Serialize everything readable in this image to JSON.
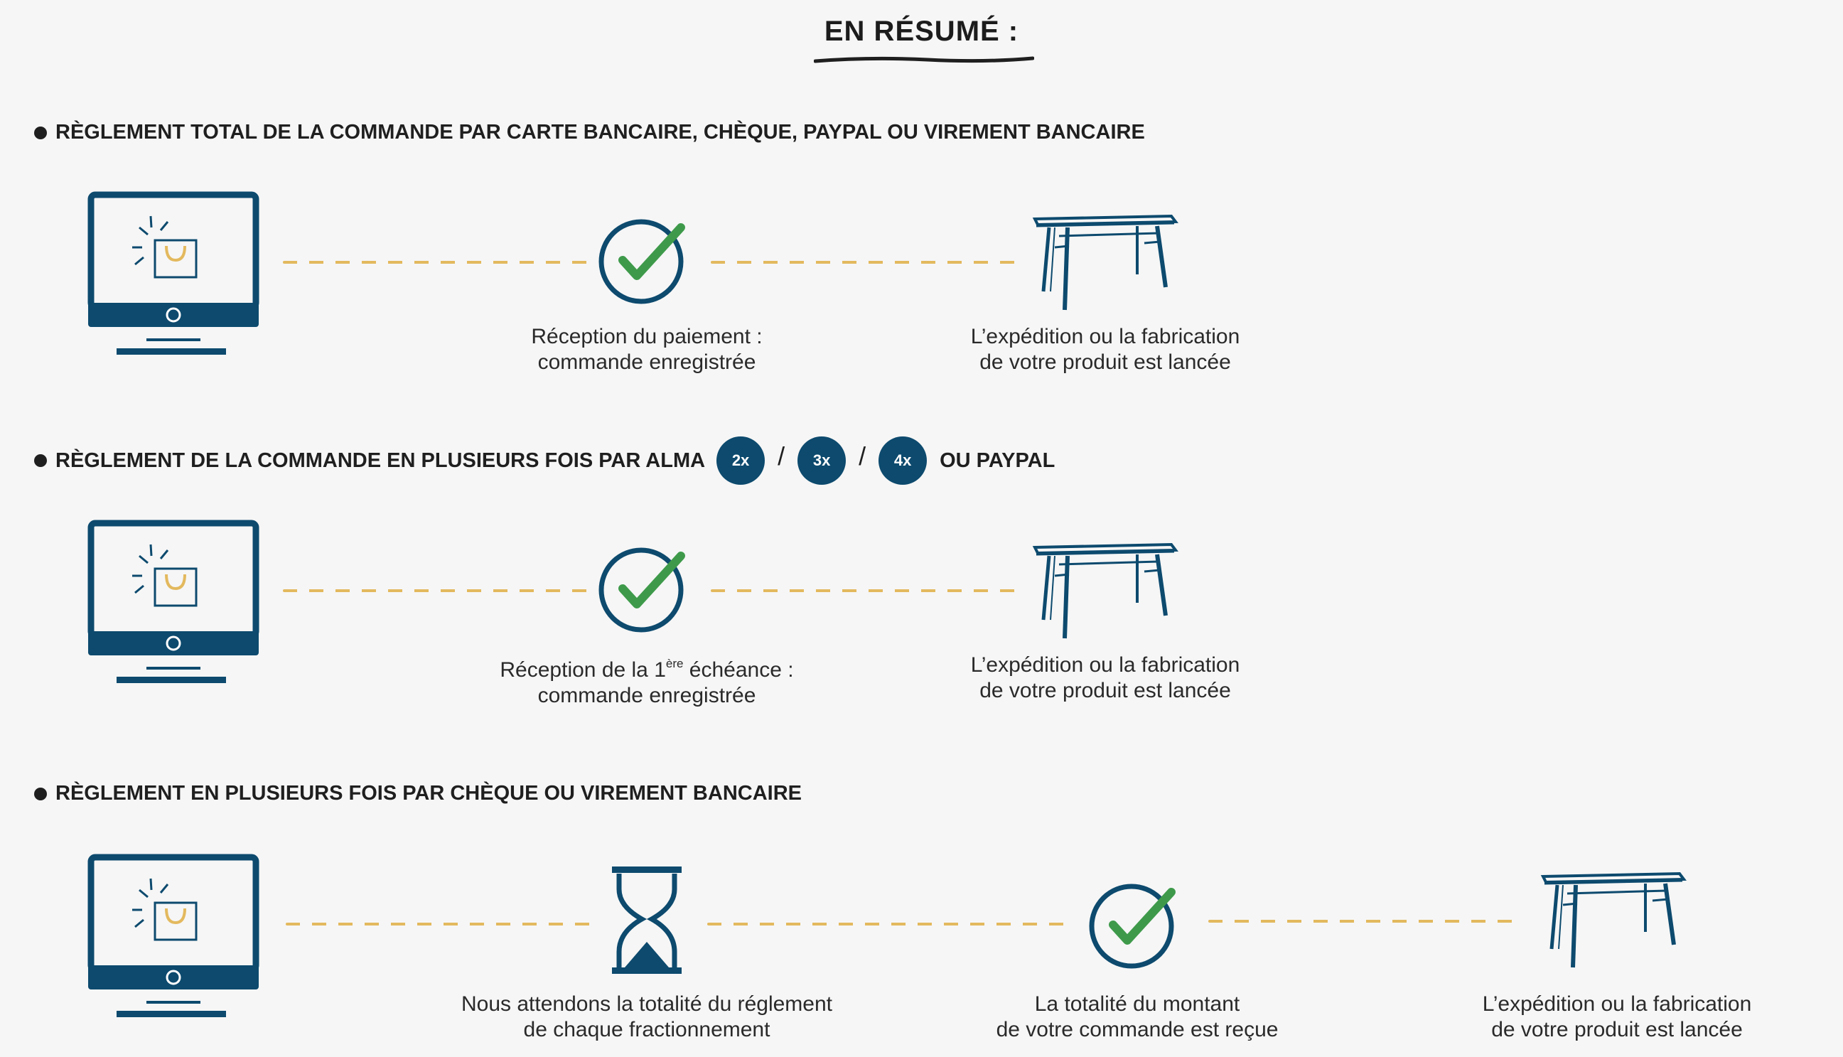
{
  "title": "EN RÉSUMÉ :",
  "colors": {
    "navy": "#0d4a6e",
    "accent_gold": "#e3b95e",
    "check_green": "#3e9a4a",
    "text": "#1f1f1f",
    "background": "#f6f6f6"
  },
  "sections": [
    {
      "heading": "RÈGLEMENT TOTAL DE LA COMMANDE PAR CARTE BANCAIRE, CHÈQUE, PAYPAL OU VIREMENT BANCAIRE",
      "steps": [
        {
          "icon": "computer-shopping-bag-icon"
        },
        {
          "icon": "checkmark-icon",
          "caption_line1": "Réception du paiement :",
          "caption_line2": "commande enregistrée"
        },
        {
          "icon": "desk-icon",
          "caption_line1": "L’expédition ou la fabrication",
          "caption_line2": "de votre produit est lancée"
        }
      ]
    },
    {
      "heading": "RÈGLEMENT DE LA COMMANDE EN PLUSIEURS FOIS PAR ALMA",
      "badges": [
        "2x",
        "3x",
        "4x"
      ],
      "separator": "/",
      "heading_suffix": "OU PAYPAL",
      "steps": [
        {
          "icon": "computer-shopping-bag-icon"
        },
        {
          "icon": "checkmark-icon",
          "caption_line1_a": "Réception de la 1",
          "caption_line1_sup": "ère",
          "caption_line1_b": " échéance :",
          "caption_line2": "commande enregistrée"
        },
        {
          "icon": "desk-icon",
          "caption_line1": "L’expédition ou la fabrication",
          "caption_line2": "de votre produit est lancée"
        }
      ]
    },
    {
      "heading": "RÈGLEMENT EN PLUSIEURS FOIS PAR CHÈQUE OU VIREMENT BANCAIRE",
      "steps": [
        {
          "icon": "computer-shopping-bag-icon"
        },
        {
          "icon": "hourglass-icon",
          "caption_line1": "Nous attendons la totalité du réglement",
          "caption_line2": "de chaque fractionnement"
        },
        {
          "icon": "checkmark-icon",
          "caption_line1": "La totalité du montant",
          "caption_line2": "de votre commande est reçue"
        },
        {
          "icon": "desk-icon",
          "caption_line1": "L’expédition ou la fabrication",
          "caption_line2": "de votre produit est lancée"
        }
      ]
    }
  ]
}
